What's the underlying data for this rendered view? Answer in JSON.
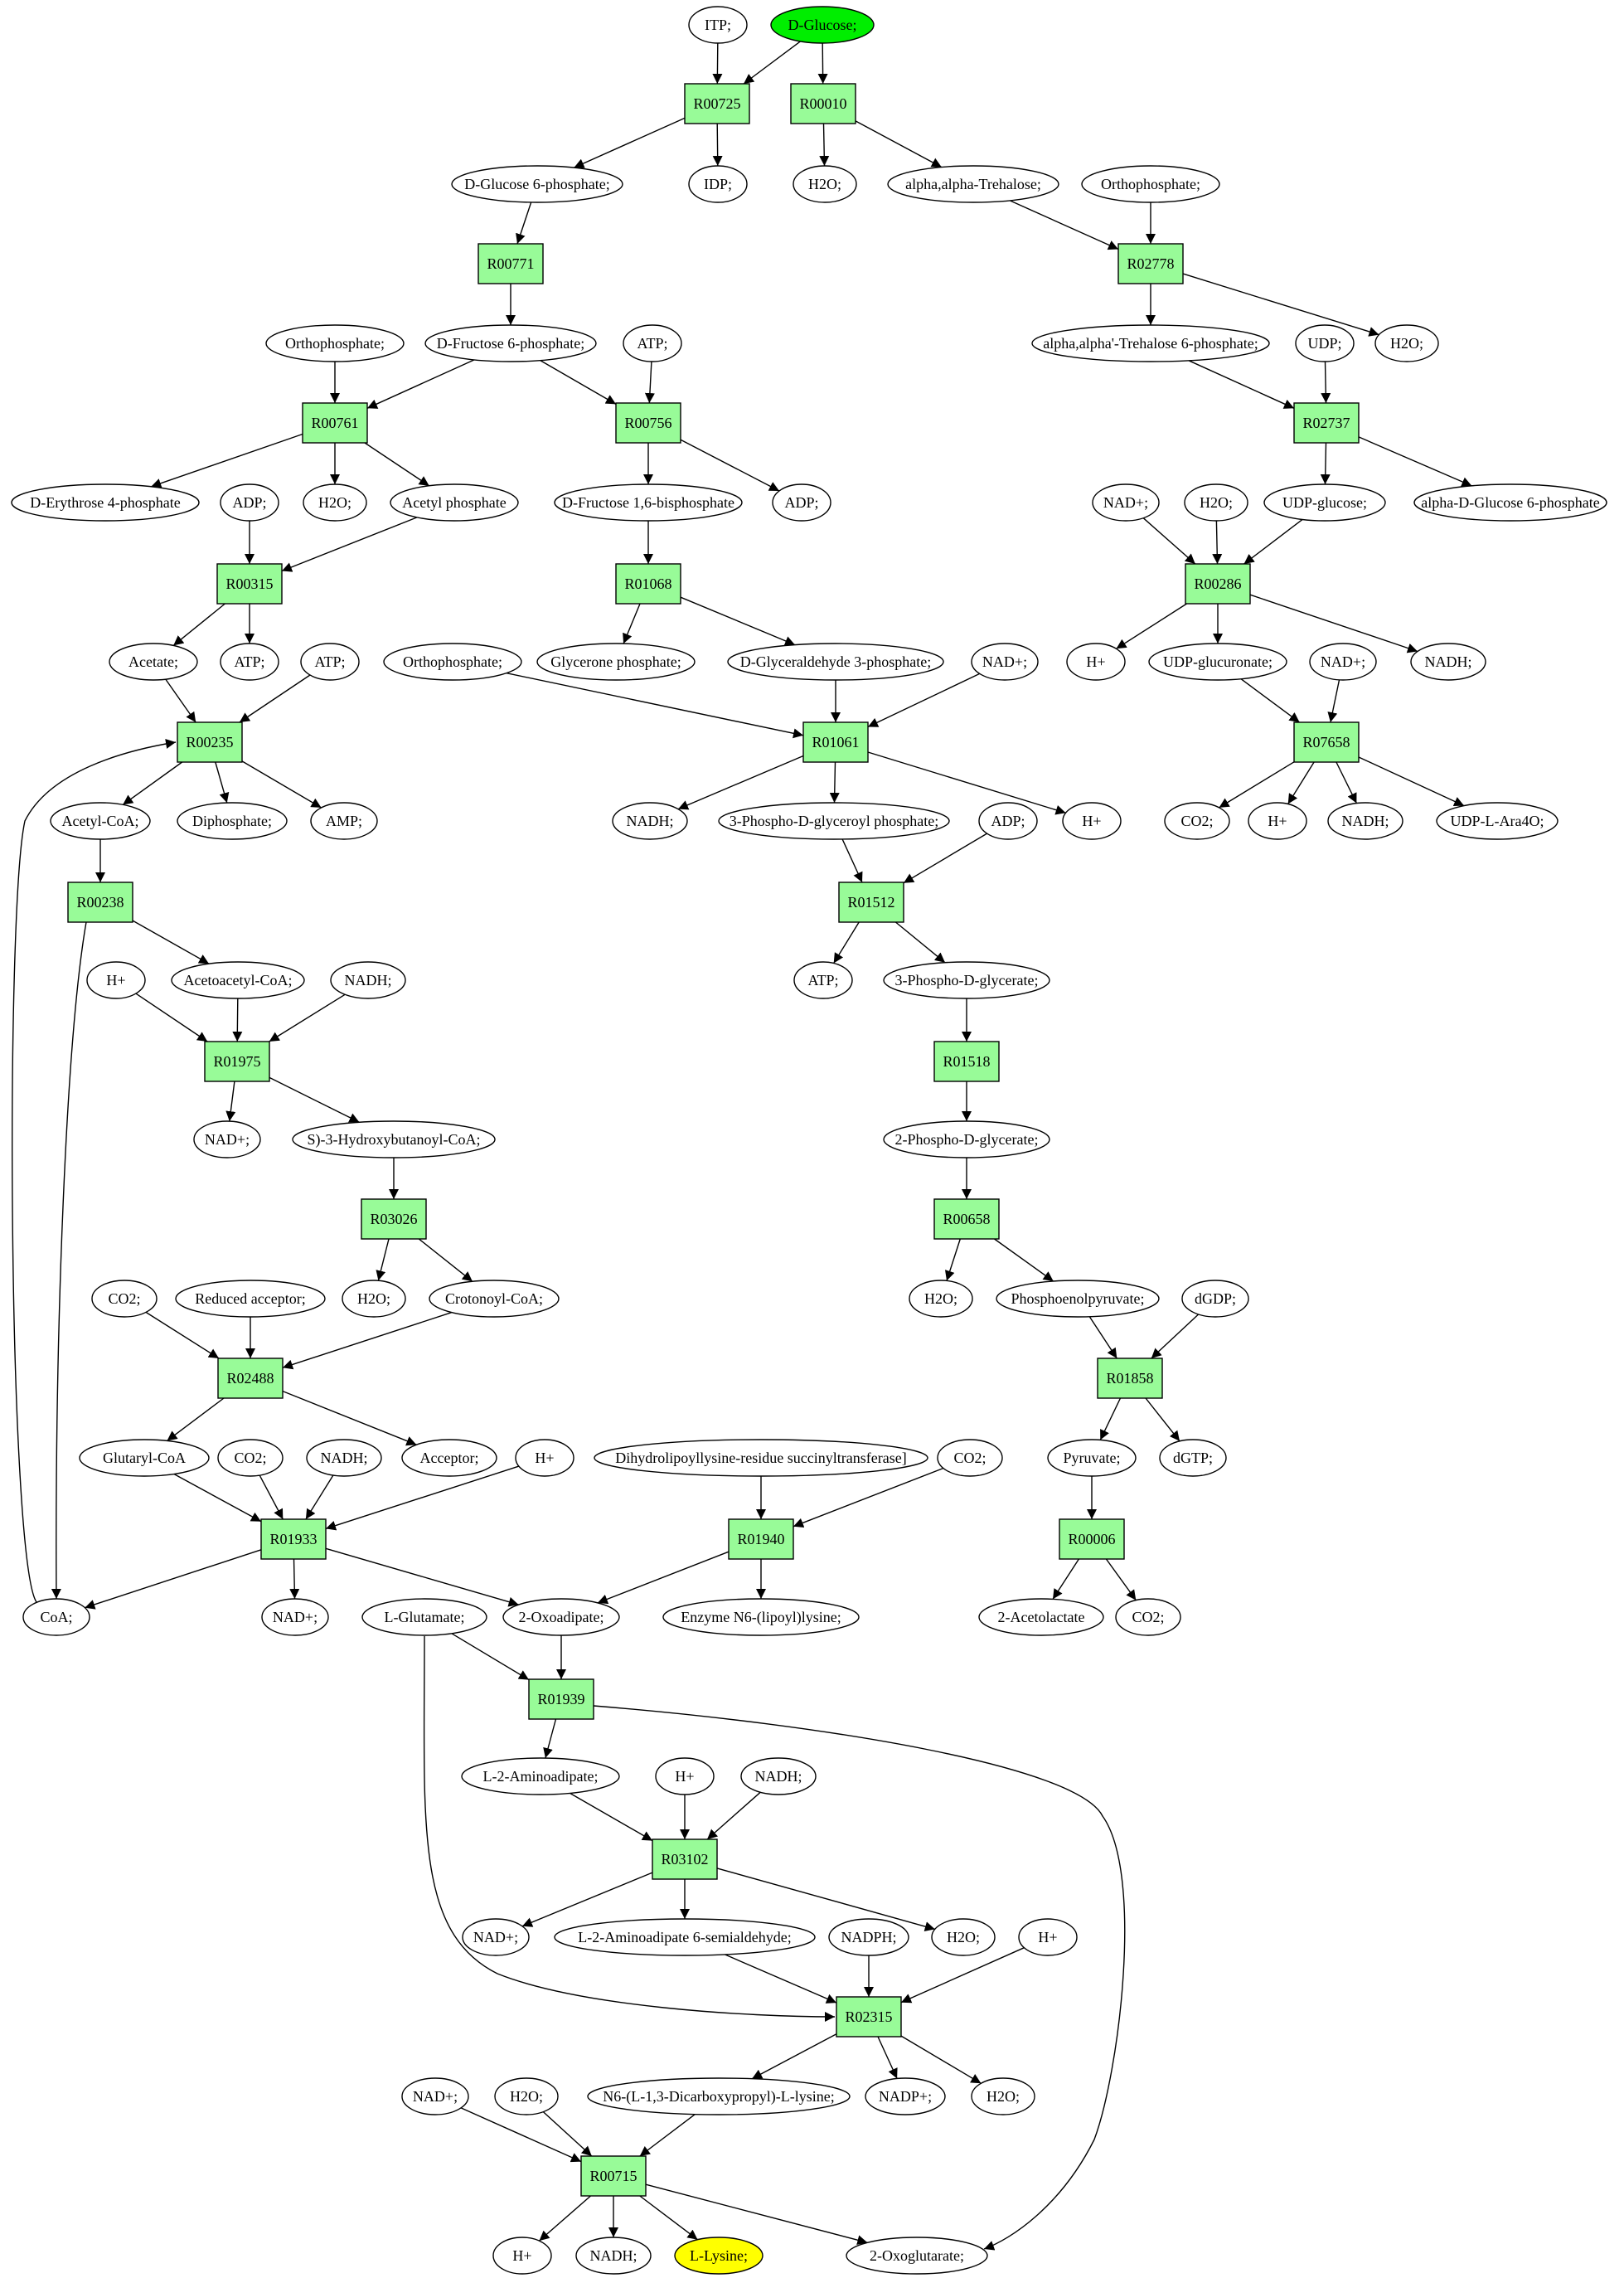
{
  "colors": {
    "reaction_fill": "#98fb98",
    "start_fill": "#00ee00",
    "target_fill": "#ffff00",
    "metabolite_fill": "#ffffff",
    "stroke": "#000000"
  },
  "start_node": "D-Glucose;",
  "target_node": "L-Lysine;",
  "reactions": [
    {
      "id": "R00725",
      "label": "R00725"
    },
    {
      "id": "R00010",
      "label": "R00010"
    },
    {
      "id": "R00771",
      "label": "R00771"
    },
    {
      "id": "R02778",
      "label": "R02778"
    },
    {
      "id": "R00761",
      "label": "R00761"
    },
    {
      "id": "R00756",
      "label": "R00756"
    },
    {
      "id": "R02737",
      "label": "R02737"
    },
    {
      "id": "R00315",
      "label": "R00315"
    },
    {
      "id": "R01068",
      "label": "R01068"
    },
    {
      "id": "R00286",
      "label": "R00286"
    },
    {
      "id": "R00235",
      "label": "R00235"
    },
    {
      "id": "R01061",
      "label": "R01061"
    },
    {
      "id": "R07658",
      "label": "R07658"
    },
    {
      "id": "R00238",
      "label": "R00238"
    },
    {
      "id": "R01512",
      "label": "R01512"
    },
    {
      "id": "R01975",
      "label": "R01975"
    },
    {
      "id": "R01518",
      "label": "R01518"
    },
    {
      "id": "R03026",
      "label": "R03026"
    },
    {
      "id": "R00658",
      "label": "R00658"
    },
    {
      "id": "R02488",
      "label": "R02488"
    },
    {
      "id": "R01858",
      "label": "R01858"
    },
    {
      "id": "R01933",
      "label": "R01933"
    },
    {
      "id": "R01940",
      "label": "R01940"
    },
    {
      "id": "R00006",
      "label": "R00006"
    },
    {
      "id": "R01939",
      "label": "R01939"
    },
    {
      "id": "R03102",
      "label": "R03102"
    },
    {
      "id": "R02315",
      "label": "R02315"
    },
    {
      "id": "R00715",
      "label": "R00715"
    }
  ],
  "metabolites": [
    {
      "id": "m_itp",
      "label": "ITP;"
    },
    {
      "id": "m_glucose",
      "label": "D-Glucose;",
      "role": "start"
    },
    {
      "id": "m_g6p",
      "label": "D-Glucose 6-phosphate;"
    },
    {
      "id": "m_idp",
      "label": "IDP;"
    },
    {
      "id": "m_h2o_1",
      "label": "H2O;"
    },
    {
      "id": "m_trehalose",
      "label": "alpha,alpha-Trehalose;"
    },
    {
      "id": "m_pi_1",
      "label": "Orthophosphate;"
    },
    {
      "id": "m_pi_2",
      "label": "Orthophosphate;"
    },
    {
      "id": "m_f6p",
      "label": "D-Fructose 6-phosphate;"
    },
    {
      "id": "m_atp_1",
      "label": "ATP;"
    },
    {
      "id": "m_t6p",
      "label": "alpha,alpha'-Trehalose 6-phosphate;"
    },
    {
      "id": "m_udp",
      "label": "UDP;"
    },
    {
      "id": "m_h2o_2",
      "label": "H2O;"
    },
    {
      "id": "m_e4p",
      "label": "D-Erythrose 4-phosphate"
    },
    {
      "id": "m_adp_1",
      "label": "ADP;"
    },
    {
      "id": "m_h2o_3",
      "label": "H2O;"
    },
    {
      "id": "m_acp",
      "label": "Acetyl phosphate"
    },
    {
      "id": "m_fbp",
      "label": "D-Fructose 1,6-bisphosphate"
    },
    {
      "id": "m_adp_2",
      "label": "ADP;"
    },
    {
      "id": "m_nad_1",
      "label": "NAD+;"
    },
    {
      "id": "m_h2o_4",
      "label": "H2O;"
    },
    {
      "id": "m_udpg",
      "label": "UDP-glucose;"
    },
    {
      "id": "m_ag6p",
      "label": "alpha-D-Glucose 6-phosphate"
    },
    {
      "id": "m_acetate",
      "label": "Acetate;"
    },
    {
      "id": "m_atp_2",
      "label": "ATP;"
    },
    {
      "id": "m_atp_3",
      "label": "ATP;"
    },
    {
      "id": "m_pi_3",
      "label": "Orthophosphate;"
    },
    {
      "id": "m_dhap",
      "label": "Glycerone phosphate;"
    },
    {
      "id": "m_gap",
      "label": "D-Glyceraldehyde 3-phosphate;"
    },
    {
      "id": "m_nad_2",
      "label": "NAD+;"
    },
    {
      "id": "m_h_1",
      "label": "H+"
    },
    {
      "id": "m_udpgluc",
      "label": "UDP-glucuronate;"
    },
    {
      "id": "m_nad_3",
      "label": "NAD+;"
    },
    {
      "id": "m_nadh_1",
      "label": "NADH;"
    },
    {
      "id": "m_acoa",
      "label": "Acetyl-CoA;"
    },
    {
      "id": "m_ppi",
      "label": "Diphosphate;"
    },
    {
      "id": "m_amp",
      "label": "AMP;"
    },
    {
      "id": "m_nadh_2",
      "label": "NADH;"
    },
    {
      "id": "m_bpg",
      "label": "3-Phospho-D-glyceroyl phosphate;"
    },
    {
      "id": "m_adp_3",
      "label": "ADP;"
    },
    {
      "id": "m_h_2",
      "label": "H+"
    },
    {
      "id": "m_co2_1",
      "label": "CO2;"
    },
    {
      "id": "m_h_3",
      "label": "H+"
    },
    {
      "id": "m_nadh_3",
      "label": "NADH;"
    },
    {
      "id": "m_udpara",
      "label": "UDP-L-Ara4O;"
    },
    {
      "id": "m_h_4",
      "label": "H+"
    },
    {
      "id": "m_aacoa",
      "label": "Acetoacetyl-CoA;"
    },
    {
      "id": "m_nadh_4",
      "label": "NADH;"
    },
    {
      "id": "m_atp_4",
      "label": "ATP;"
    },
    {
      "id": "m_3pg",
      "label": "3-Phospho-D-glycerate;"
    },
    {
      "id": "m_nad_4",
      "label": "NAD+;"
    },
    {
      "id": "m_hbcoa",
      "label": "S)-3-Hydroxybutanoyl-CoA;"
    },
    {
      "id": "m_2pg",
      "label": "2-Phospho-D-glycerate;"
    },
    {
      "id": "m_co2_2",
      "label": "CO2;"
    },
    {
      "id": "m_redacc",
      "label": "Reduced acceptor;"
    },
    {
      "id": "m_h2o_5",
      "label": "H2O;"
    },
    {
      "id": "m_crcoa",
      "label": "Crotonoyl-CoA;"
    },
    {
      "id": "m_h2o_6",
      "label": "H2O;"
    },
    {
      "id": "m_pep",
      "label": "Phosphoenolpyruvate;"
    },
    {
      "id": "m_dgdp",
      "label": "dGDP;"
    },
    {
      "id": "m_glcoa",
      "label": "Glutaryl-CoA"
    },
    {
      "id": "m_co2_3",
      "label": "CO2;"
    },
    {
      "id": "m_nadh_5",
      "label": "NADH;"
    },
    {
      "id": "m_acceptor",
      "label": "Acceptor;"
    },
    {
      "id": "m_h_5",
      "label": "H+"
    },
    {
      "id": "m_dlst",
      "label": "Dihydrolipoyllysine-residue succinyltransferase]"
    },
    {
      "id": "m_co2_4",
      "label": "CO2;"
    },
    {
      "id": "m_pyr",
      "label": "Pyruvate;"
    },
    {
      "id": "m_dgtp",
      "label": "dGTP;"
    },
    {
      "id": "m_coa",
      "label": "CoA;"
    },
    {
      "id": "m_nad_5",
      "label": "NAD+;"
    },
    {
      "id": "m_oxoad",
      "label": "2-Oxoadipate;"
    },
    {
      "id": "m_lipoyl",
      "label": "Enzyme N6-(lipoyl)lysine;"
    },
    {
      "id": "m_acl",
      "label": "2-Acetolactate"
    },
    {
      "id": "m_co2_5",
      "label": "CO2;"
    },
    {
      "id": "m_glu",
      "label": "L-Glutamate;"
    },
    {
      "id": "m_aad",
      "label": "L-2-Aminoadipate;"
    },
    {
      "id": "m_h_6",
      "label": "H+"
    },
    {
      "id": "m_nadh_6",
      "label": "NADH;"
    },
    {
      "id": "m_nad_6",
      "label": "NAD+;"
    },
    {
      "id": "m_aasa",
      "label": "L-2-Aminoadipate 6-semialdehyde;"
    },
    {
      "id": "m_nadph",
      "label": "NADPH;"
    },
    {
      "id": "m_h2o_7",
      "label": "H2O;"
    },
    {
      "id": "m_h_7",
      "label": "H+"
    },
    {
      "id": "m_nad_7",
      "label": "NAD+;"
    },
    {
      "id": "m_h2o_8",
      "label": "H2O;"
    },
    {
      "id": "m_sacch",
      "label": "N6-(L-1,3-Dicarboxypropyl)-L-lysine;"
    },
    {
      "id": "m_nadp",
      "label": "NADP+;"
    },
    {
      "id": "m_h2o_9",
      "label": "H2O;"
    },
    {
      "id": "m_h_8",
      "label": "H+"
    },
    {
      "id": "m_nadh_7",
      "label": "NADH;"
    },
    {
      "id": "m_lys",
      "label": "L-Lysine;",
      "role": "target"
    },
    {
      "id": "m_oxoglu",
      "label": "2-Oxoglutarate;"
    }
  ],
  "edges": [
    [
      "m_itp",
      "R00725"
    ],
    [
      "m_glucose",
      "R00725"
    ],
    [
      "m_glucose",
      "R00010"
    ],
    [
      "R00725",
      "m_g6p"
    ],
    [
      "R00725",
      "m_idp"
    ],
    [
      "R00010",
      "m_h2o_1"
    ],
    [
      "R00010",
      "m_trehalose"
    ],
    [
      "m_g6p",
      "R00771"
    ],
    [
      "R00771",
      "m_f6p"
    ],
    [
      "m_trehalose",
      "R02778"
    ],
    [
      "m_pi_1",
      "R02778"
    ],
    [
      "R02778",
      "m_t6p"
    ],
    [
      "R02778",
      "m_h2o_2"
    ],
    [
      "m_pi_2",
      "R00761"
    ],
    [
      "m_f6p",
      "R00761"
    ],
    [
      "m_f6p",
      "R00756"
    ],
    [
      "m_atp_1",
      "R00756"
    ],
    [
      "m_t6p",
      "R02737"
    ],
    [
      "m_udp",
      "R02737"
    ],
    [
      "R00761",
      "m_e4p"
    ],
    [
      "R00761",
      "m_h2o_3"
    ],
    [
      "R00761",
      "m_acp"
    ],
    [
      "R00756",
      "m_fbp"
    ],
    [
      "R00756",
      "m_adp_2"
    ],
    [
      "R02737",
      "m_udpg"
    ],
    [
      "R02737",
      "m_ag6p"
    ],
    [
      "m_adp_1",
      "R00315"
    ],
    [
      "m_acp",
      "R00315"
    ],
    [
      "m_fbp",
      "R01068"
    ],
    [
      "m_nad_1",
      "R00286"
    ],
    [
      "m_h2o_4",
      "R00286"
    ],
    [
      "m_udpg",
      "R00286"
    ],
    [
      "R00315",
      "m_acetate"
    ],
    [
      "R00315",
      "m_atp_2"
    ],
    [
      "R01068",
      "m_dhap"
    ],
    [
      "R01068",
      "m_gap"
    ],
    [
      "R00286",
      "m_h_1"
    ],
    [
      "R00286",
      "m_udpgluc"
    ],
    [
      "R00286",
      "m_nadh_1"
    ],
    [
      "m_acetate",
      "R00235"
    ],
    [
      "m_atp_3",
      "R00235"
    ],
    [
      "m_pi_3",
      "R01061"
    ],
    [
      "m_gap",
      "R01061"
    ],
    [
      "m_nad_2",
      "R01061"
    ],
    [
      "m_udpgluc",
      "R07658"
    ],
    [
      "m_nad_3",
      "R07658"
    ],
    [
      "R00235",
      "m_acoa"
    ],
    [
      "R00235",
      "m_ppi"
    ],
    [
      "R00235",
      "m_amp"
    ],
    [
      "R01061",
      "m_nadh_2"
    ],
    [
      "R01061",
      "m_bpg"
    ],
    [
      "R01061",
      "m_h_2"
    ],
    [
      "R07658",
      "m_co2_1"
    ],
    [
      "R07658",
      "m_h_3"
    ],
    [
      "R07658",
      "m_nadh_3"
    ],
    [
      "R07658",
      "m_udpara"
    ],
    [
      "m_acoa",
      "R00238"
    ],
    [
      "m_bpg",
      "R01512"
    ],
    [
      "m_adp_3",
      "R01512"
    ],
    [
      "R00238",
      "m_aacoa"
    ],
    [
      "R00238",
      "m_coa"
    ],
    [
      "R01512",
      "m_atp_4"
    ],
    [
      "R01512",
      "m_3pg"
    ],
    [
      "m_h_4",
      "R01975"
    ],
    [
      "m_aacoa",
      "R01975"
    ],
    [
      "m_nadh_4",
      "R01975"
    ],
    [
      "m_3pg",
      "R01518"
    ],
    [
      "R01975",
      "m_nad_4"
    ],
    [
      "R01975",
      "m_hbcoa"
    ],
    [
      "R01518",
      "m_2pg"
    ],
    [
      "m_hbcoa",
      "R03026"
    ],
    [
      "m_2pg",
      "R00658"
    ],
    [
      "R03026",
      "m_h2o_5"
    ],
    [
      "R03026",
      "m_crcoa"
    ],
    [
      "R00658",
      "m_h2o_6"
    ],
    [
      "R00658",
      "m_pep"
    ],
    [
      "m_co2_2",
      "R02488"
    ],
    [
      "m_redacc",
      "R02488"
    ],
    [
      "m_crcoa",
      "R02488"
    ],
    [
      "m_pep",
      "R01858"
    ],
    [
      "m_dgdp",
      "R01858"
    ],
    [
      "R02488",
      "m_glcoa"
    ],
    [
      "R02488",
      "m_acceptor"
    ],
    [
      "R01858",
      "m_pyr"
    ],
    [
      "R01858",
      "m_dgtp"
    ],
    [
      "m_glcoa",
      "R01933"
    ],
    [
      "m_co2_3",
      "R01933"
    ],
    [
      "m_nadh_5",
      "R01933"
    ],
    [
      "m_h_5",
      "R01933"
    ],
    [
      "m_dlst",
      "R01940"
    ],
    [
      "m_co2_4",
      "R01940"
    ],
    [
      "m_pyr",
      "R00006"
    ],
    [
      "R01933",
      "m_coa"
    ],
    [
      "R01933",
      "m_nad_5"
    ],
    [
      "R01933",
      "m_oxoad"
    ],
    [
      "R01940",
      "m_oxoad"
    ],
    [
      "R01940",
      "m_lipoyl"
    ],
    [
      "R00006",
      "m_acl"
    ],
    [
      "R00006",
      "m_co2_5"
    ],
    [
      "m_coa",
      "R00235"
    ],
    [
      "m_glu",
      "R01939"
    ],
    [
      "m_oxoad",
      "R01939"
    ],
    [
      "R01939",
      "m_aad"
    ],
    [
      "R01939",
      "m_oxoglu"
    ],
    [
      "m_aad",
      "R03102"
    ],
    [
      "m_h_6",
      "R03102"
    ],
    [
      "m_nadh_6",
      "R03102"
    ],
    [
      "R03102",
      "m_nad_6"
    ],
    [
      "R03102",
      "m_aasa"
    ],
    [
      "R03102",
      "m_h2o_7"
    ],
    [
      "m_aasa",
      "R02315"
    ],
    [
      "m_nadph",
      "R02315"
    ],
    [
      "m_h_7",
      "R02315"
    ],
    [
      "m_glu",
      "R02315"
    ],
    [
      "R02315",
      "m_sacch"
    ],
    [
      "R02315",
      "m_nadp"
    ],
    [
      "R02315",
      "m_h2o_9"
    ],
    [
      "m_nad_7",
      "R00715"
    ],
    [
      "m_h2o_8",
      "R00715"
    ],
    [
      "m_sacch",
      "R00715"
    ],
    [
      "R00715",
      "m_h_8"
    ],
    [
      "R00715",
      "m_nadh_7"
    ],
    [
      "R00715",
      "m_lys"
    ],
    [
      "R00715",
      "m_oxoglu"
    ]
  ]
}
